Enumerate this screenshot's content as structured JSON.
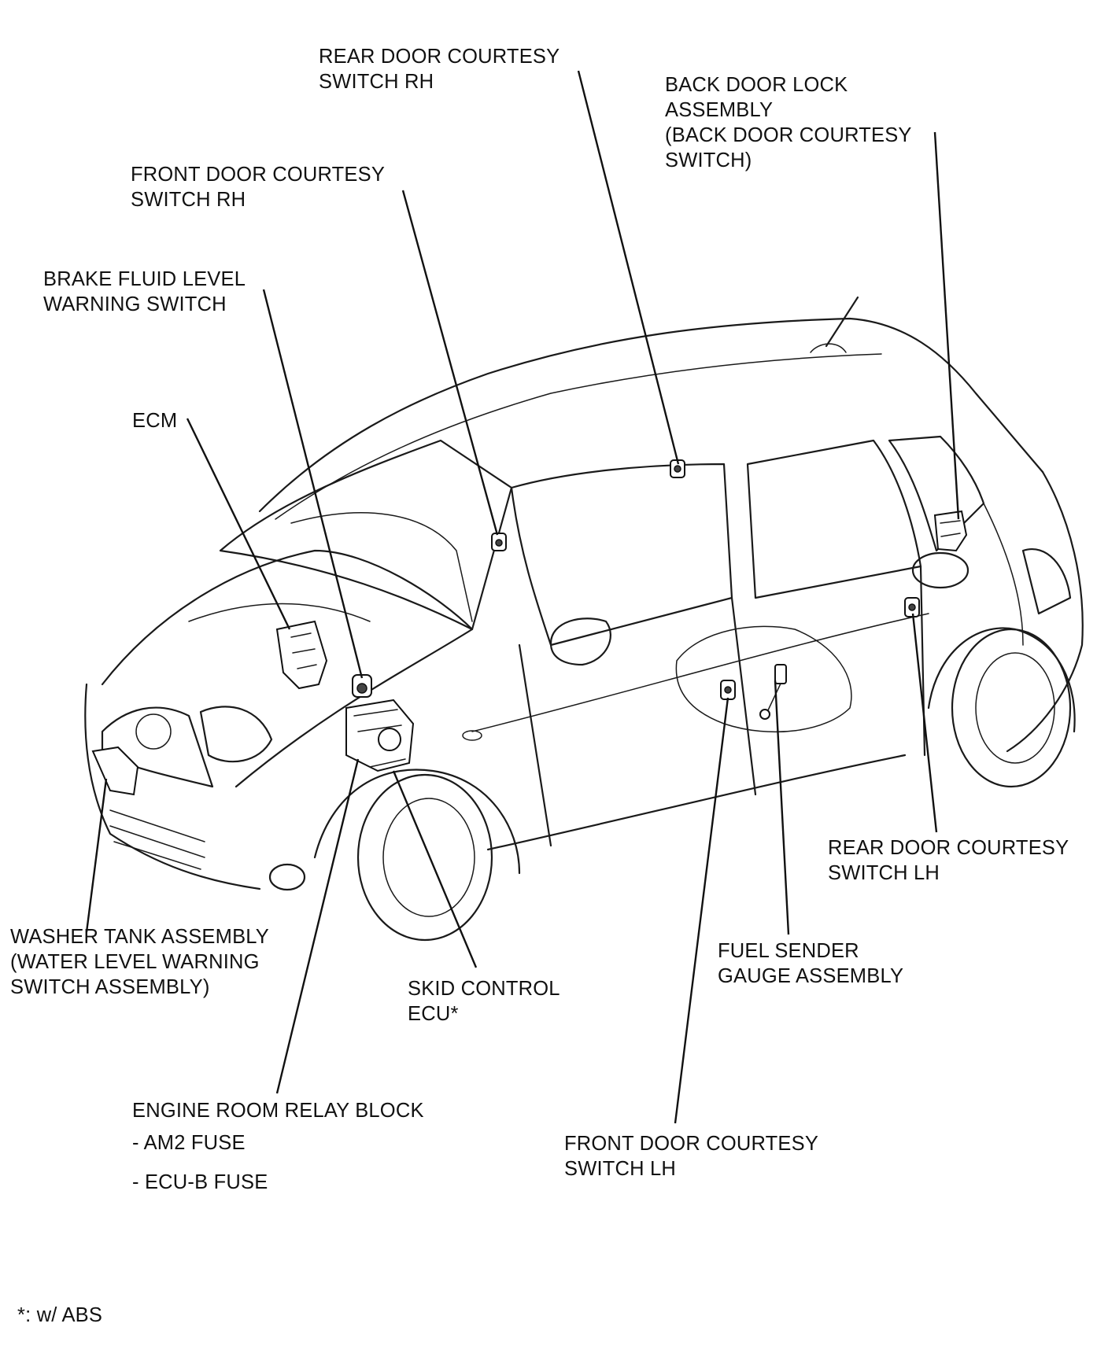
{
  "labels": {
    "rear_door_rh": [
      "REAR DOOR COURTESY",
      "SWITCH RH"
    ],
    "back_door_lock": [
      "BACK DOOR LOCK",
      "ASSEMBLY",
      "(BACK DOOR COURTESY",
      "SWITCH)"
    ],
    "front_door_rh": [
      "FRONT DOOR COURTESY",
      "SWITCH RH"
    ],
    "brake_fluid": [
      "BRAKE FLUID LEVEL",
      "WARNING SWITCH"
    ],
    "ecm": [
      "ECM"
    ],
    "rear_door_lh": [
      "REAR DOOR COURTESY",
      "SWITCH LH"
    ],
    "washer_tank": [
      "WASHER TANK ASSEMBLY",
      "(WATER LEVEL WARNING",
      "SWITCH ASSEMBLY)"
    ],
    "skid_control": [
      "SKID CONTROL",
      "ECU*"
    ],
    "fuel_sender": [
      "FUEL SENDER",
      "GAUGE ASSEMBLY"
    ],
    "engine_room_relay": [
      "ENGINE ROOM RELAY BLOCK"
    ],
    "am2_fuse": [
      "- AM2 FUSE"
    ],
    "ecu_b_fuse": [
      "- ECU-B FUSE"
    ],
    "front_door_lh": [
      "FRONT DOOR COURTESY",
      "SWITCH LH"
    ]
  },
  "footnote": "*: w/ ABS"
}
